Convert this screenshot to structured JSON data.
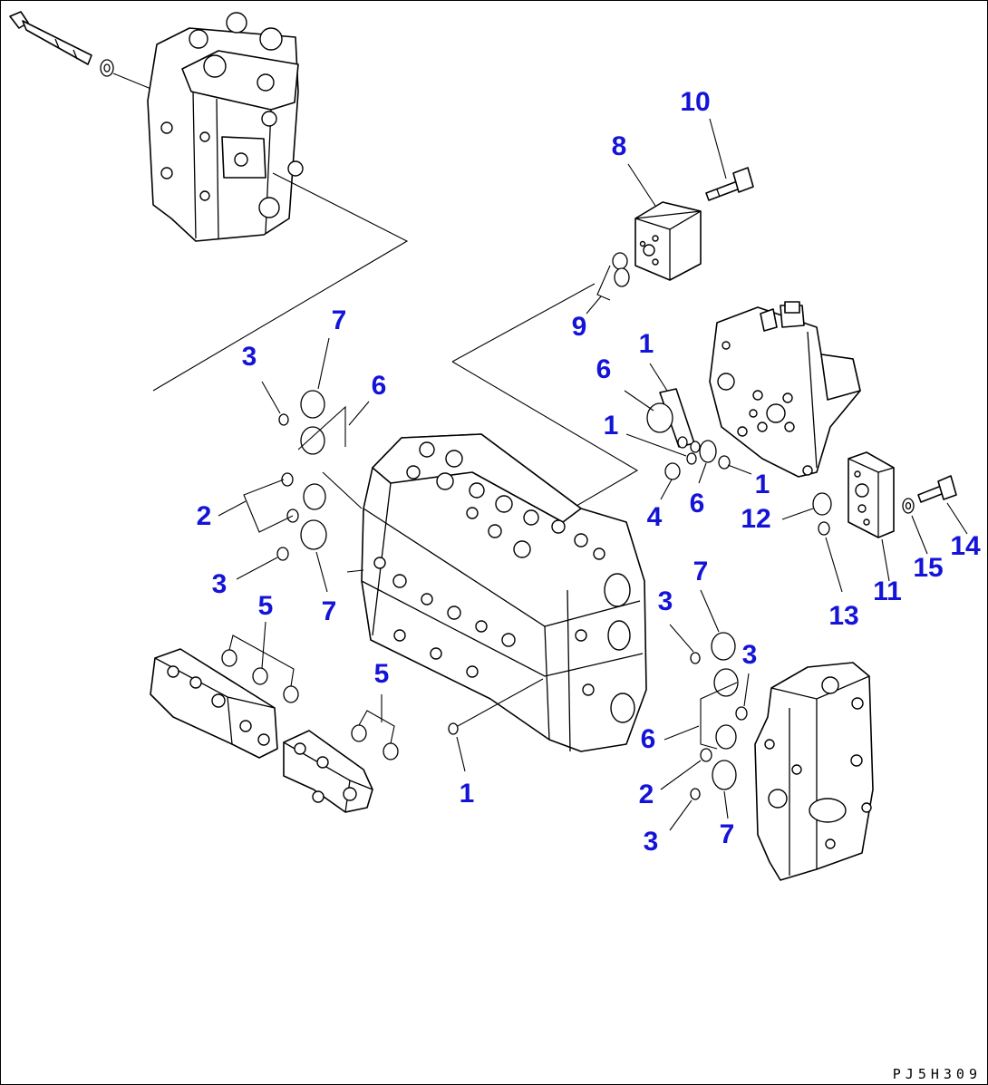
{
  "drawing_code": "PJ5H309",
  "callout_color": "#1414d8",
  "callouts": [
    {
      "id": "c10",
      "text": "10"
    },
    {
      "id": "c8",
      "text": "8"
    },
    {
      "id": "c9",
      "text": "9"
    },
    {
      "id": "c7a",
      "text": "7"
    },
    {
      "id": "c3a",
      "text": "3"
    },
    {
      "id": "c6a",
      "text": "6"
    },
    {
      "id": "c2a",
      "text": "2"
    },
    {
      "id": "c3b",
      "text": "3"
    },
    {
      "id": "c7b",
      "text": "7"
    },
    {
      "id": "c5a",
      "text": "5"
    },
    {
      "id": "c5b",
      "text": "5"
    },
    {
      "id": "c1a",
      "text": "1"
    },
    {
      "id": "c1b",
      "text": "1"
    },
    {
      "id": "c6b",
      "text": "6"
    },
    {
      "id": "c1c",
      "text": "1"
    },
    {
      "id": "c4",
      "text": "4"
    },
    {
      "id": "c6c",
      "text": "6"
    },
    {
      "id": "c1d",
      "text": "1"
    },
    {
      "id": "c12",
      "text": "12"
    },
    {
      "id": "c14",
      "text": "14"
    },
    {
      "id": "c15",
      "text": "15"
    },
    {
      "id": "c11",
      "text": "11"
    },
    {
      "id": "c13",
      "text": "13"
    },
    {
      "id": "c7c",
      "text": "7"
    },
    {
      "id": "c3c",
      "text": "3"
    },
    {
      "id": "c3d",
      "text": "3"
    },
    {
      "id": "c6d",
      "text": "6"
    },
    {
      "id": "c2b",
      "text": "2"
    },
    {
      "id": "c3e",
      "text": "3"
    },
    {
      "id": "c7d",
      "text": "7"
    }
  ]
}
